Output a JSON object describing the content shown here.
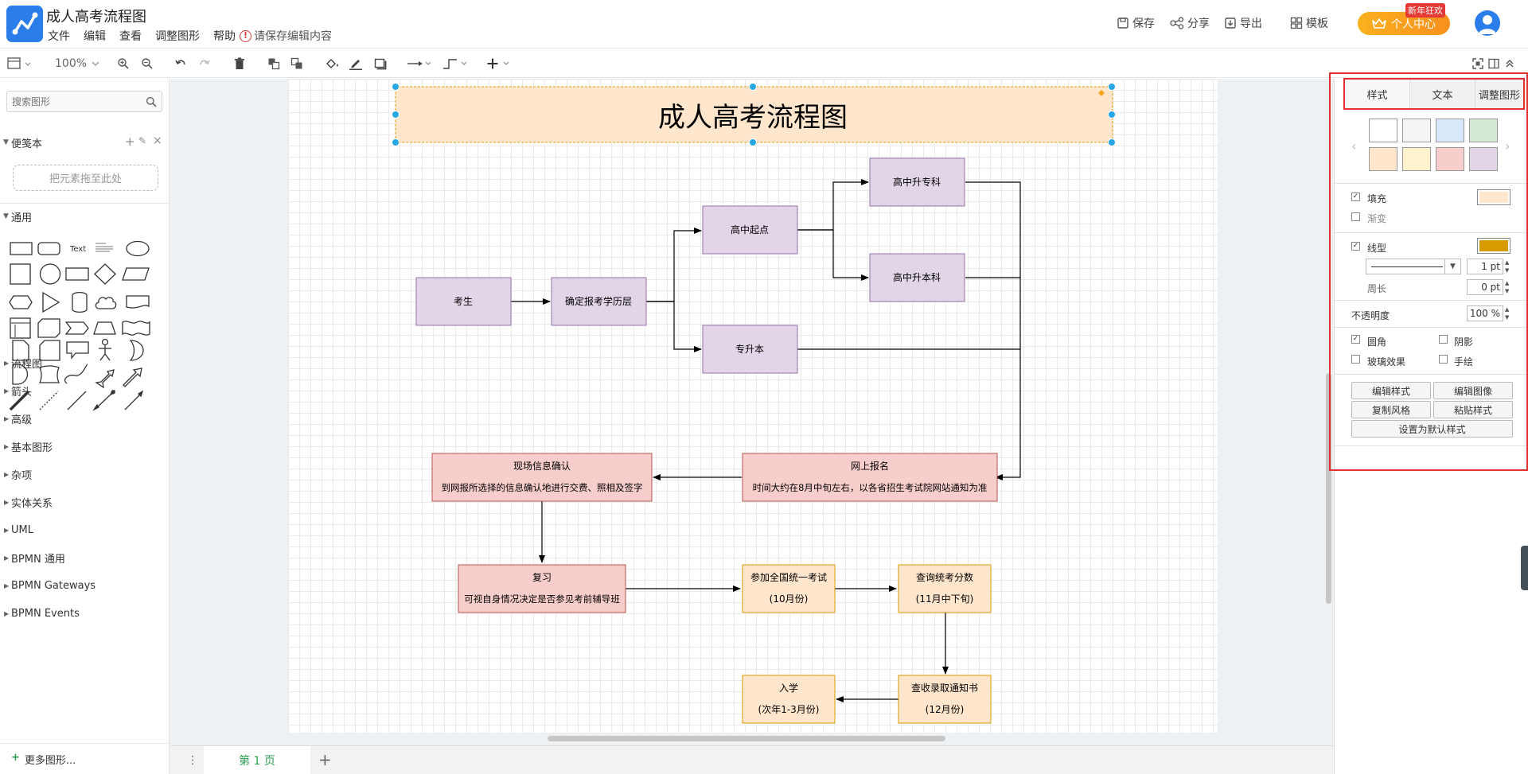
{
  "header": {
    "title": "成人高考流程图",
    "menus": [
      "文件",
      "编辑",
      "查看",
      "调整图形",
      "帮助"
    ],
    "save_warning": "请保存编辑内容",
    "actions": {
      "save": "保存",
      "share": "分享",
      "export": "导出",
      "template": "模板"
    },
    "vip_label": "个人中心",
    "vip_badge": "新年狂欢"
  },
  "toolbar": {
    "zoom": "100%"
  },
  "sidebar": {
    "search_placeholder": "搜索图形",
    "scratchpad_title": "便笺本",
    "scratchpad_hint": "把元素拖至此处",
    "general_title": "通用",
    "text_shape_label": "Text",
    "libraries": [
      "流程图",
      "箭头",
      "高级",
      "基本图形",
      "杂项",
      "实体关系",
      "UML",
      "BPMN 通用",
      "BPMN Gateways",
      "BPMN Events"
    ],
    "more_shapes": "更多图形..."
  },
  "pages": {
    "current": "第 1 页"
  },
  "diagram": {
    "title": "成人高考流程图",
    "nodes": {
      "candidate": "考生",
      "level": "确定报考学历层",
      "hs_start": "高中起点",
      "hs_junior": "高中升专科",
      "hs_bachelor": "高中升本科",
      "jb": "专升本",
      "online_title": "网上报名",
      "online_desc": "时间大约在8月中旬左右，以各省招生考试院网站通知为准",
      "onsite_title": "现场信息确认",
      "onsite_desc": "到网报所选择的信息确认地进行交费、照相及签字",
      "review_title": "复习",
      "review_desc": "可视自身情况决定是否参见考前辅导班",
      "exam_title": "参加全国统一考试",
      "exam_desc": "(10月份)",
      "score_title": "查询统考分数",
      "score_desc": "(11月中下旬)",
      "admit_title": "查收录取通知书",
      "admit_desc": "(12月份)",
      "enroll_title": "入学",
      "enroll_desc": "(次年1-3月份)"
    },
    "colors": {
      "purple_fill": "#e1d5e7",
      "purple_stroke": "#9673a6",
      "red_fill": "#f8cecc",
      "red_stroke": "#b85450",
      "orange_fill": "#ffe6cc",
      "orange_stroke": "#d79b00",
      "selection": "#29a7e5"
    }
  },
  "format_panel": {
    "tabs": [
      "样式",
      "文本",
      "调整图形"
    ],
    "swatches": [
      "#ffffff",
      "#f5f5f5",
      "#dae8fc",
      "#d5e8d4",
      "#ffe6cc",
      "#fff2cc",
      "#f8cecc",
      "#e1d5e7"
    ],
    "fill_label": "填充",
    "fill_checked": true,
    "fill_color": "#ffe6cc",
    "gradient_label": "渐变",
    "line_label": "线型",
    "line_checked": true,
    "line_color": "#d79b00",
    "line_width": "1 pt",
    "perimeter_label": "周长",
    "perimeter_value": "0 pt",
    "opacity_label": "不透明度",
    "opacity_value": "100 %",
    "rounded_label": "圆角",
    "shadow_label": "阴影",
    "glass_label": "玻璃效果",
    "sketch_label": "手绘",
    "buttons": {
      "edit_style": "编辑样式",
      "edit_image": "编辑图像",
      "copy_style": "复制风格",
      "paste_style": "粘贴样式",
      "set_default": "设置为默认样式"
    }
  }
}
